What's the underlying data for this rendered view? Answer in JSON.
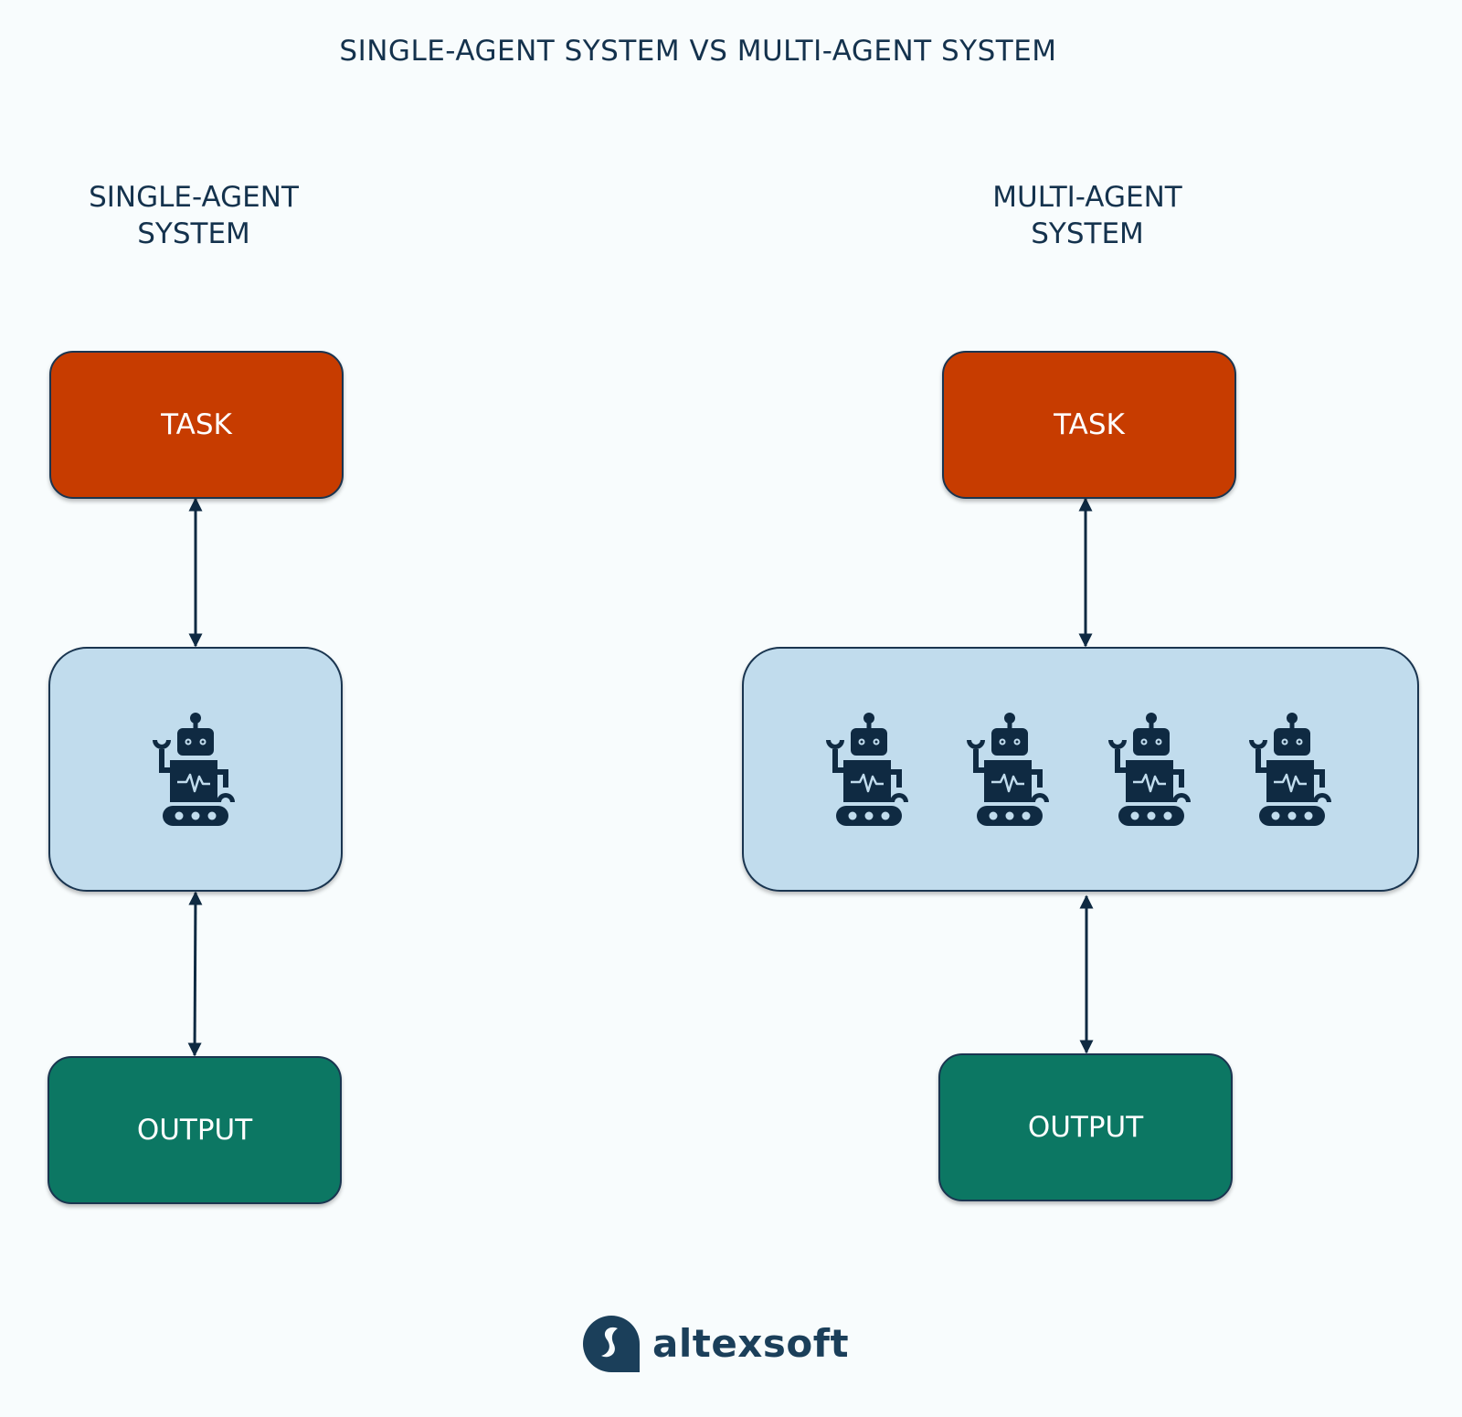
{
  "title": "SINGLE-AGENT SYSTEM VS MULTI-AGENT SYSTEM",
  "colors": {
    "task": "#c73c00",
    "agents": "#c1dced",
    "output": "#0c7763",
    "ink": "#14324d",
    "background": "#f8fcfd"
  },
  "single": {
    "heading_line1": "SINGLE-AGENT",
    "heading_line2": "SYSTEM",
    "task_label": "TASK",
    "output_label": "OUTPUT",
    "agent_count": 1,
    "agent_icon": "robot-icon"
  },
  "multi": {
    "heading_line1": "MULTI-AGENT",
    "heading_line2": "SYSTEM",
    "task_label": "TASK",
    "output_label": "OUTPUT",
    "agent_count": 4,
    "agent_icon": "robot-icon"
  },
  "connectors": [
    {
      "from": "single-task",
      "to": "single-agent",
      "type": "bidirectional-arrow"
    },
    {
      "from": "single-agent",
      "to": "single-output",
      "type": "bidirectional-arrow"
    },
    {
      "from": "multi-task",
      "to": "multi-agents",
      "type": "bidirectional-arrow"
    },
    {
      "from": "multi-agents",
      "to": "multi-output",
      "type": "bidirectional-arrow"
    }
  ],
  "logo": {
    "text": "altexsoft",
    "icon": "altexsoft-logo-icon"
  }
}
